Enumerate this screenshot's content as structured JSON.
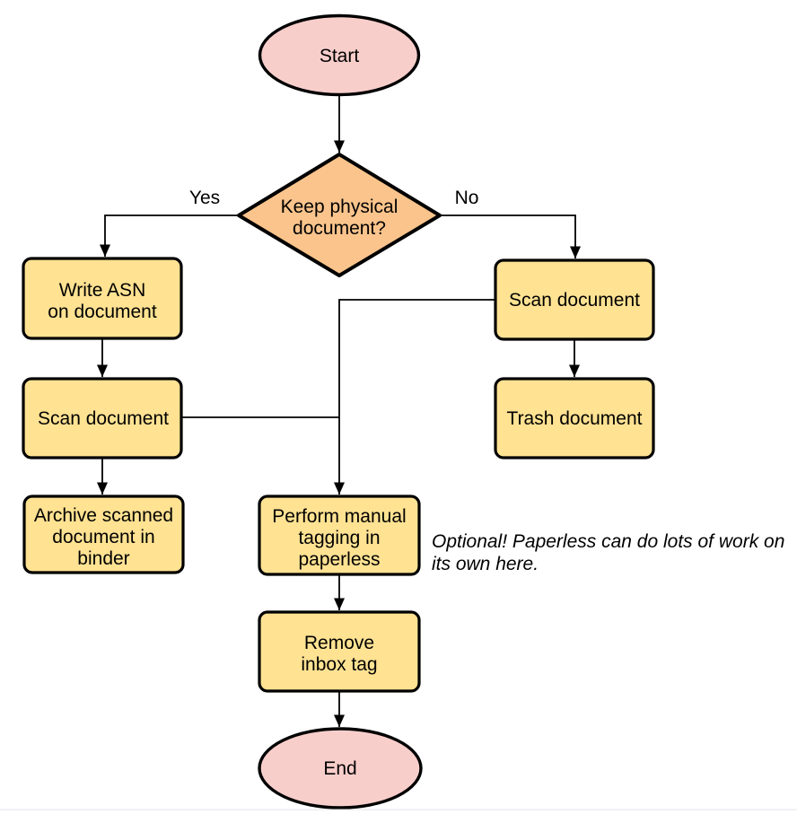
{
  "diagram": {
    "type": "flowchart",
    "colors": {
      "terminator_fill": "#f8cecb",
      "decision_fill": "#fac48c",
      "process_fill": "#ffe292",
      "stroke": "#000000",
      "bottom_rule": "#e9ebee"
    },
    "nodes": {
      "start": {
        "shape": "ellipse",
        "label": "Start"
      },
      "decision": {
        "shape": "diamond",
        "lines": [
          "Keep physical",
          "document?"
        ]
      },
      "write_asn": {
        "shape": "process",
        "lines": [
          "Write ASN",
          "on document"
        ]
      },
      "scan_left": {
        "shape": "process",
        "label": "Scan document"
      },
      "archive": {
        "shape": "process",
        "lines": [
          "Archive scanned",
          "document in",
          "binder"
        ]
      },
      "scan_right": {
        "shape": "process",
        "label": "Scan document"
      },
      "trash": {
        "shape": "process",
        "label": "Trash document"
      },
      "perform_tagging": {
        "shape": "process",
        "lines": [
          "Perform manual",
          "tagging in",
          "paperless"
        ]
      },
      "remove_inbox": {
        "shape": "process",
        "lines": [
          "Remove",
          "inbox tag"
        ]
      },
      "end": {
        "shape": "ellipse",
        "label": "End"
      }
    },
    "edge_labels": {
      "yes": "Yes",
      "no": "No"
    },
    "annotation": {
      "lines": [
        "Optional! Paperless can do lots of work on",
        "its own here."
      ]
    }
  }
}
